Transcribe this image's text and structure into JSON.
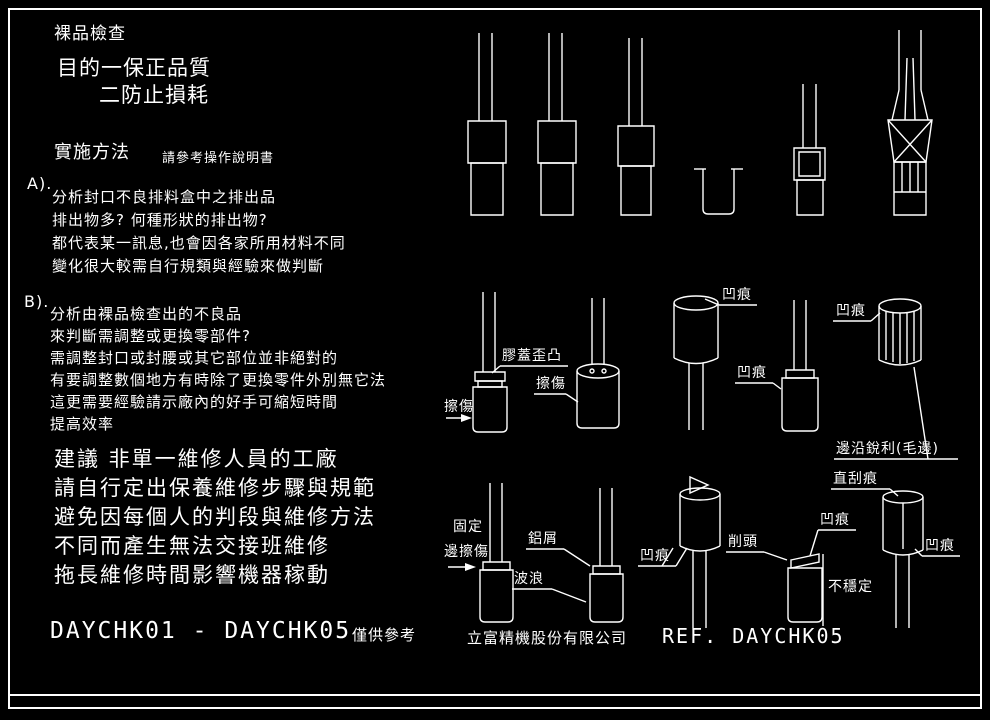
{
  "colors": {
    "background": "#000000",
    "line": "#ffffff",
    "text": "#ffffff"
  },
  "header": {
    "title": "裸品檢查",
    "purpose_line1": "目的一保正品質",
    "purpose_line2": "二防止損耗"
  },
  "method": {
    "label": "實施方法",
    "note": "請參考操作說明書"
  },
  "section_a": {
    "label": "A).",
    "lines": [
      "分析封口不良排料盒中之排出品",
      "排出物多?  何種形狀的排出物?",
      "都代表某一訊息,也會因各家所用材料不同",
      "變化很大較需自行規類與經驗來做判斷"
    ]
  },
  "section_b": {
    "label": "B).",
    "lines": [
      "分析由裸品檢查出的不良品",
      "來判斷需調整或更換零部件?",
      "需調整封口或封腰或其它部位並非絕對的",
      "有要調整數個地方有時除了更換零件外別無它法",
      "這更需要經驗請示廠內的好手可縮短時間",
      "提高效率"
    ]
  },
  "suggestion": {
    "lines": [
      "建議  非單一維修人員的工廠",
      "請自行定出保養維修步驟與規範",
      "避免因每個人的判段與維修方法",
      "不同而產生無法交接班維修",
      "拖長維修時間影響機器稼動"
    ]
  },
  "footer": {
    "doc_range": "DAYCHK01 - DAYCHK05",
    "reference_note": "僅供參考",
    "company": "立富精機股份有限公司",
    "ref_label": "REF. DAYCHK05"
  },
  "defect_labels": {
    "dent_top_mid": "凹痕",
    "dent_top_right": "凹痕",
    "cap_tilted": "膠蓋歪凸",
    "scratch_mid": "擦傷",
    "scratch_left": "擦傷",
    "dent_mid": "凹痕",
    "sharp_edge_burr": "邊沿銳利(毛邊)",
    "straight_scratch": "直刮痕",
    "fixed_label": "固定",
    "edge_scratch": "邊擦傷",
    "aluminum_shavings": "鋁屑",
    "wave": "波浪",
    "dent_bottom_left": "凹痕",
    "cut_head": "削頭",
    "dent_bottom_mid": "凹痕",
    "unstable": "不穩定",
    "dent_bottom_right": "凹痕"
  }
}
